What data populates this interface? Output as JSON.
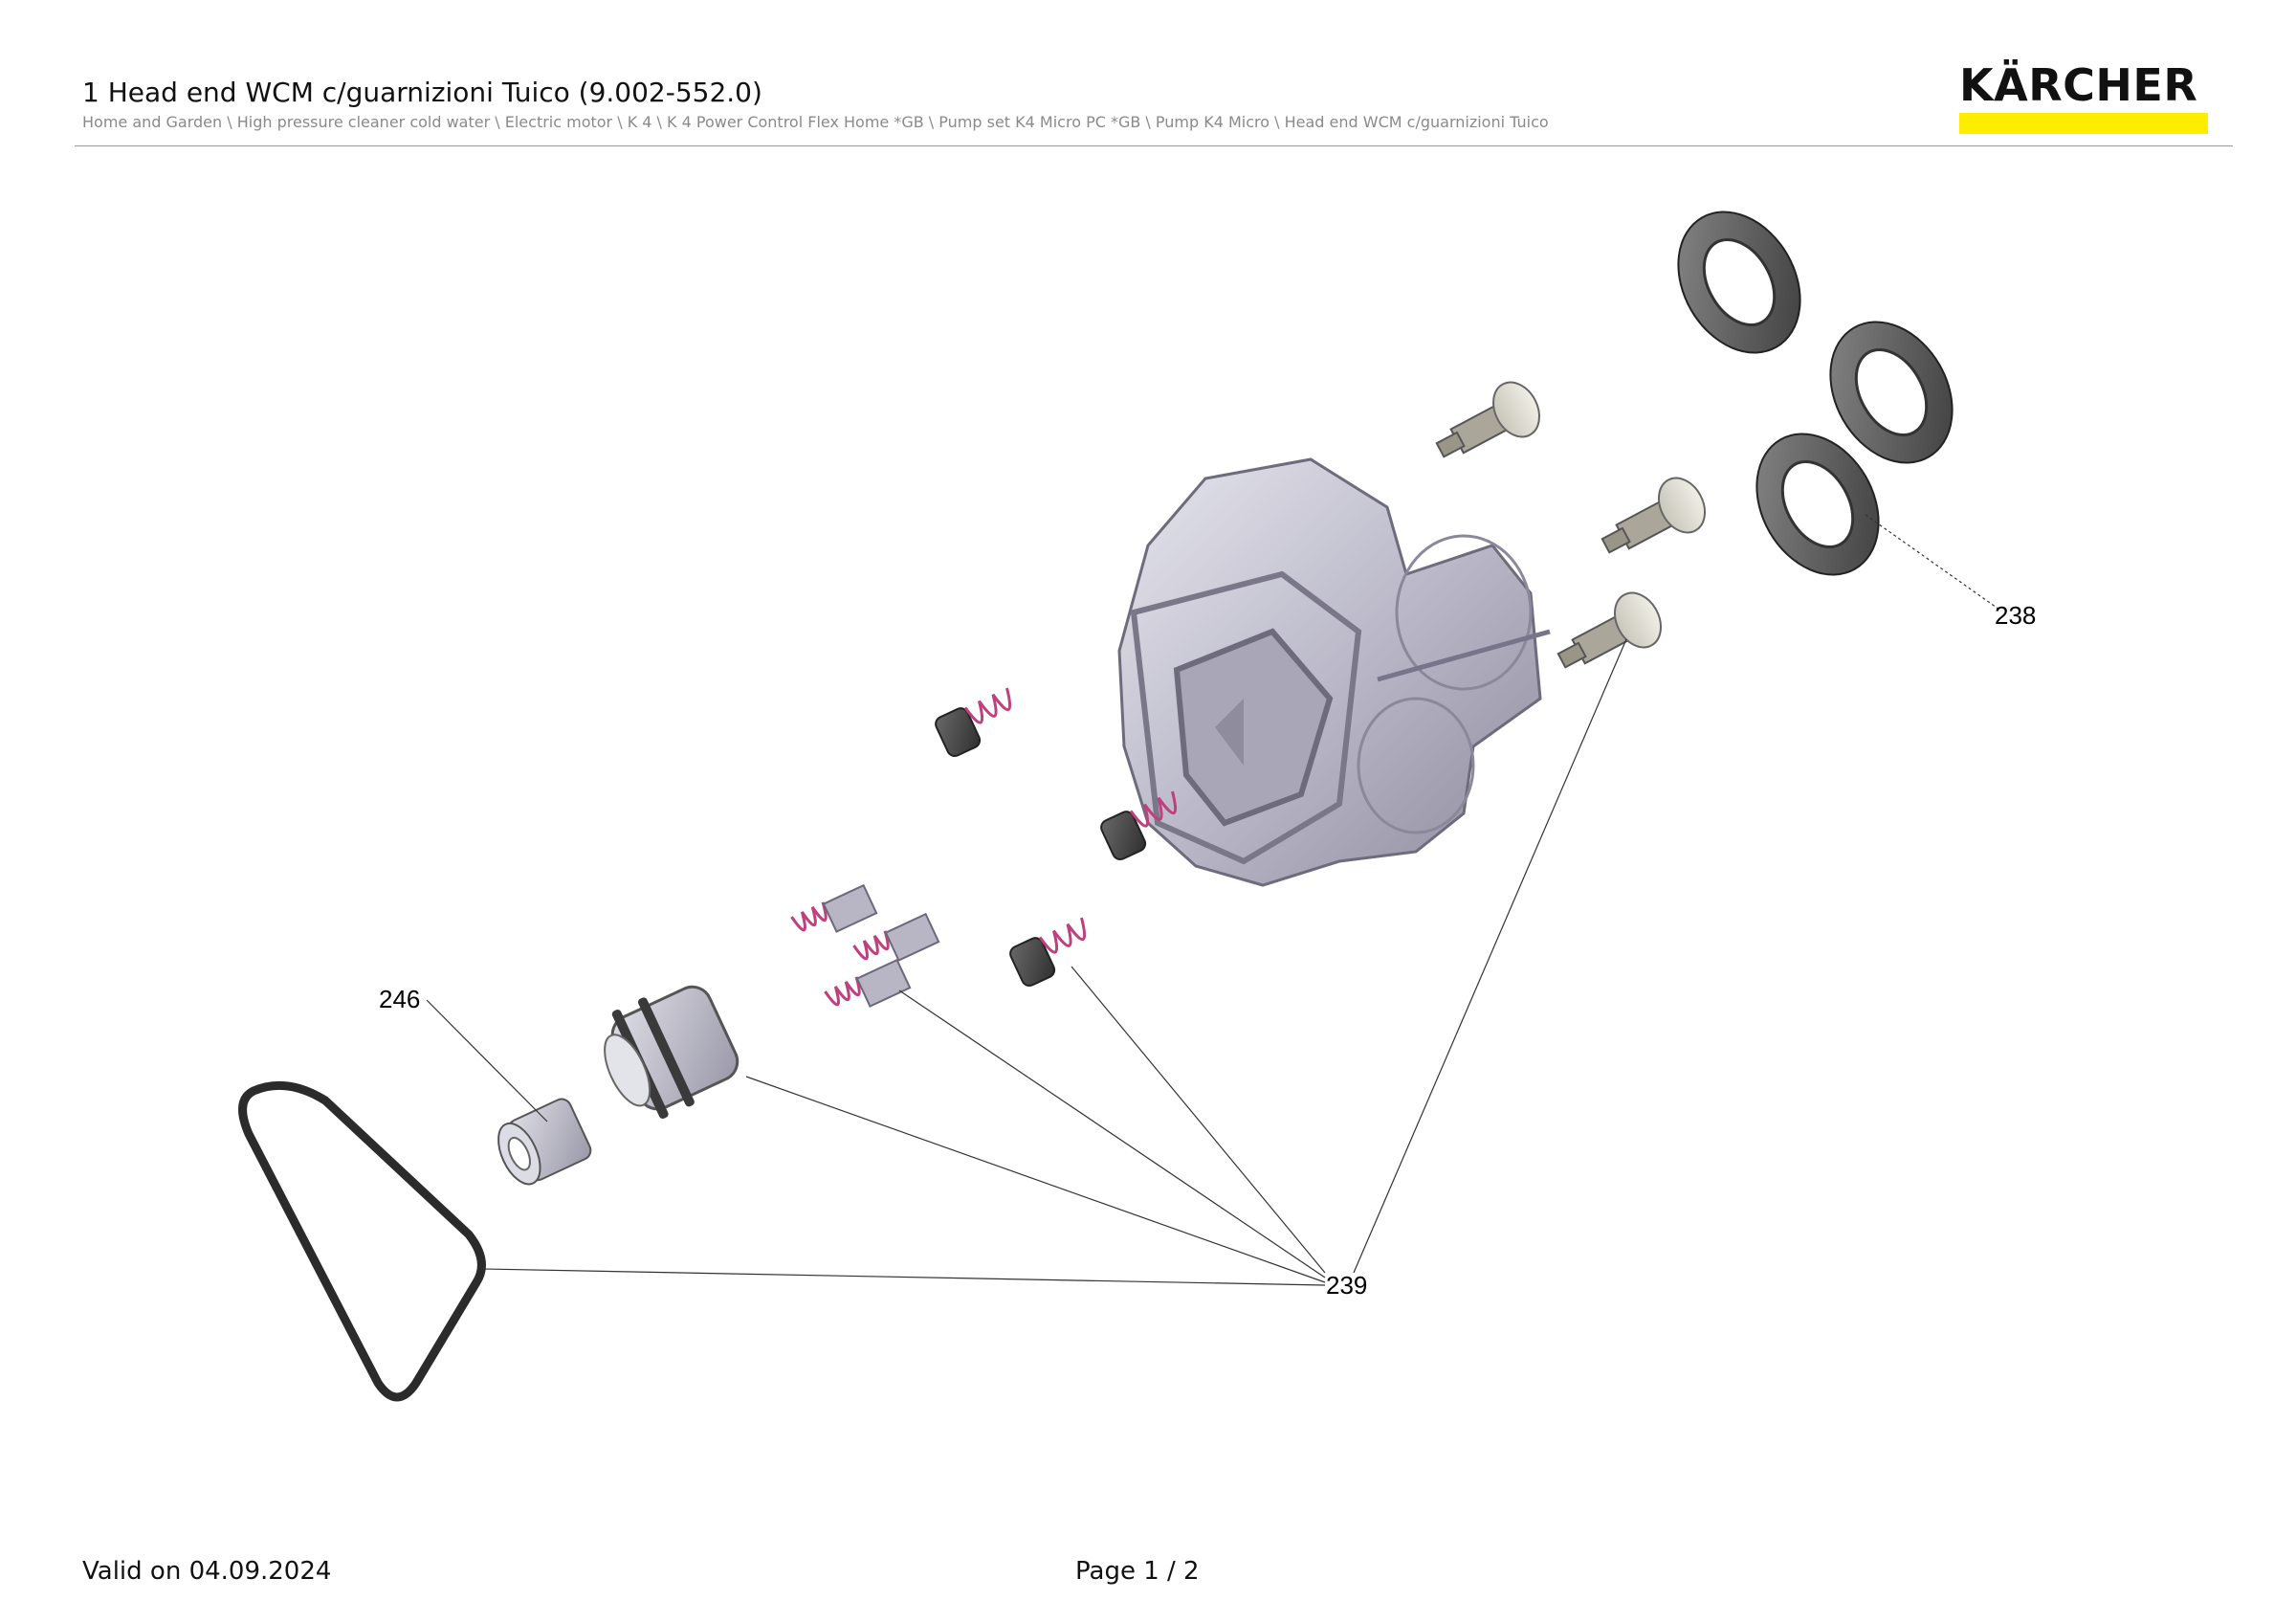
{
  "header": {
    "title": "1 Head end WCM c/guarnizioni Tuico (9.002-552.0)",
    "breadcrumb": "Home and Garden \\ High pressure cleaner cold water \\ Electric motor \\ K 4 \\ K 4 Power Control Flex Home *GB \\ Pump set K4 Micro PC *GB \\ Pump K4 Micro \\ Head end WCM c/guarnizioni Tuico",
    "logo_text": "KÄRCHER",
    "brand_yellow": "#ffed00"
  },
  "callouts": {
    "c238": "238",
    "c239": "239",
    "c246": "246"
  },
  "icons": [
    "seal-ring-icon",
    "valve-insert-icon",
    "pump-head-icon",
    "valve-spring-icon",
    "o-ring-icon",
    "plug-icon",
    "sleeve-icon"
  ],
  "footer": {
    "valid": "Valid on 04.09.2024",
    "page": "Page 1 / 2"
  }
}
